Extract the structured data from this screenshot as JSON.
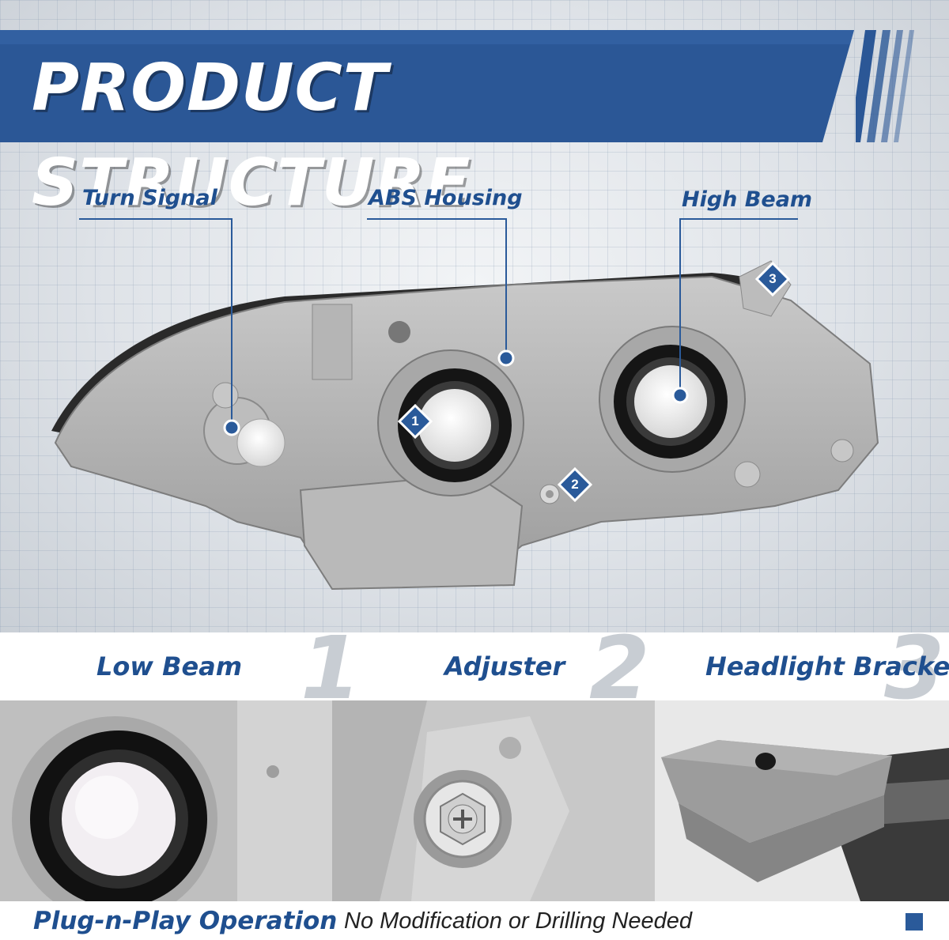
{
  "banner": {
    "title": "PRODUCT STRUCTURE"
  },
  "callouts": [
    {
      "label": "Turn Signal"
    },
    {
      "label": "ABS Housing"
    },
    {
      "label": "High Beam"
    }
  ],
  "markers": [
    "1",
    "2",
    "3"
  ],
  "features": [
    {
      "label": "Low Beam",
      "number": "1"
    },
    {
      "label": "Adjuster",
      "number": "2"
    },
    {
      "label": "Headlight Bracket",
      "number": "3"
    }
  ],
  "footer": {
    "main": "Plug-n-Play Operation",
    "sub": "No Modification or Drilling Needed"
  },
  "colors": {
    "brand_blue": "#2a5a9a",
    "label_blue": "#1f4f8f",
    "banner_blue": "#2b5796"
  }
}
